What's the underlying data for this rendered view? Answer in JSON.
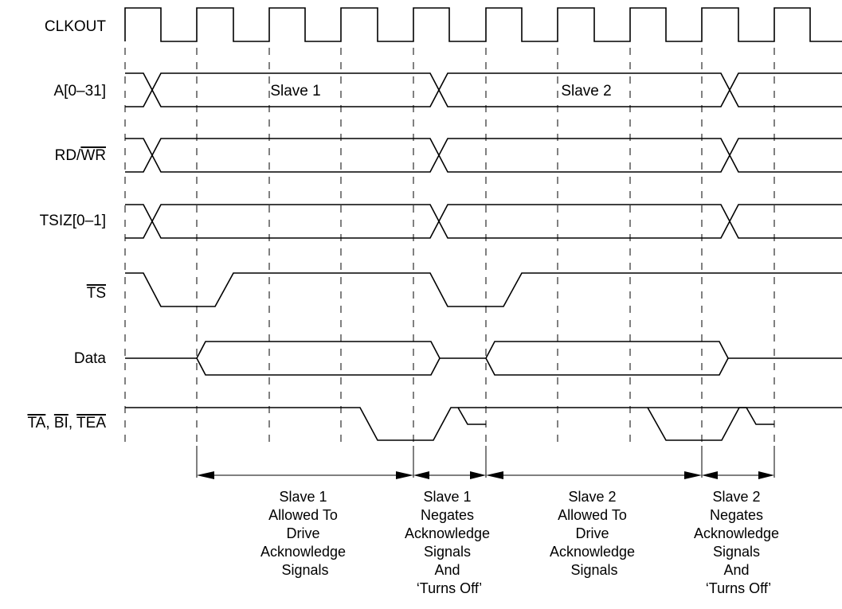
{
  "signals": {
    "clkout": "CLKOUT",
    "addr": "A[0–31]",
    "rd_prefix": "RD/",
    "rd_bar": "WR",
    "tsiz": "TSIZ[0–1]",
    "ts_bar": "TS",
    "data": "Data",
    "ta_bar": "TA",
    "sep1": ", ",
    "bi_bar": "BI",
    "sep2": ", ",
    "tea_bar": "TEA"
  },
  "bus_labels": {
    "slave1": "Slave 1",
    "slave2": "Slave 2"
  },
  "annotations": [
    {
      "id": "s1-drive",
      "lines": [
        "Slave 1",
        "Allowed To",
        "Drive",
        "Acknowledge",
        "Signals"
      ]
    },
    {
      "id": "s1-negate",
      "lines": [
        "Slave 1",
        "Negates",
        "Acknowledge",
        "Signals",
        "And",
        "‘Turns Off’"
      ]
    },
    {
      "id": "s2-drive",
      "lines": [
        "Slave 2",
        "Allowed To",
        "Drive",
        "Acknowledge",
        "Signals"
      ]
    },
    {
      "id": "s2-negate",
      "lines": [
        "Slave 2",
        "Negates",
        "Acknowledge",
        "Signals",
        "And",
        "‘Turns Off’"
      ]
    }
  ]
}
